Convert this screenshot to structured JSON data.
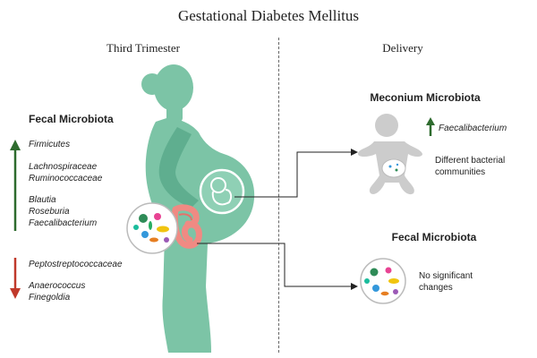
{
  "title": "Gestational Diabetes Mellitus",
  "sections": {
    "left_header": "Third Trimester",
    "right_header": "Delivery"
  },
  "maternal_fecal": {
    "heading": "Fecal Microbiota",
    "increased": [
      "Firmicutes",
      "Lachnospiraceae",
      "Ruminococcaceae",
      "Blautia",
      "Roseburia",
      "Faecalibacterium"
    ],
    "decreased": [
      "Peptostreptococcaceae",
      "Anaerococcus",
      "Finegoldia"
    ]
  },
  "meconium": {
    "heading": "Meconium Microbiota",
    "increased": "Faecalibacterium",
    "note": "Different bacterial communities"
  },
  "infant_fecal": {
    "heading": "Fecal Microbiota",
    "note": "No significant changes"
  },
  "colors": {
    "figure": "#7cc4a6",
    "figure_dark": "#5fae8f",
    "intestine": "#f08a83",
    "up_arrow": "#2e6b2e",
    "down_arrow": "#c0392b",
    "baby": "#cccccc"
  },
  "icons": [
    "pregnant-woman-icon",
    "fetus-icon",
    "intestine-icon",
    "bacteria-circle-icon",
    "baby-icon",
    "arrow-up-icon",
    "arrow-down-icon"
  ]
}
